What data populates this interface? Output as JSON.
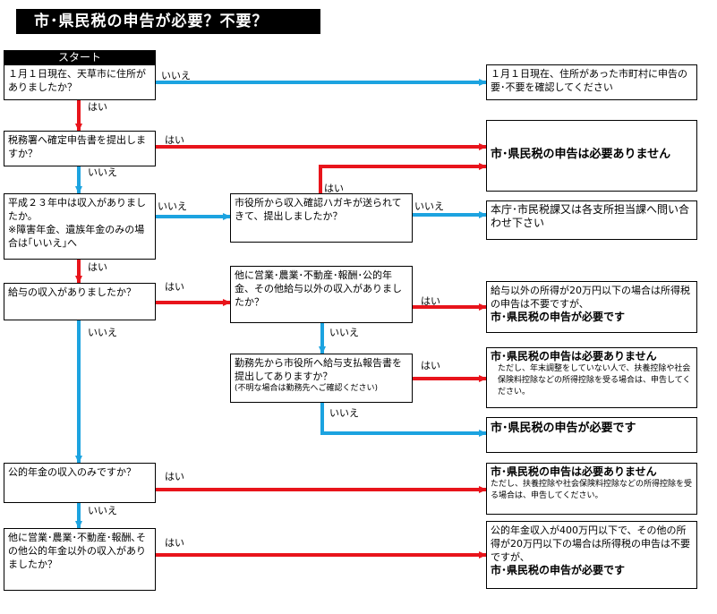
{
  "title": "市･県民税の申告が必要？不要？",
  "start": "スタート",
  "labels": {
    "yes": "はい",
    "no": "いいえ"
  },
  "colors": {
    "yes_arrow": "#e8141b",
    "no_arrow": "#1ca3e0"
  },
  "boxes": {
    "q1": "１月１日現在、天草市に住所がありましたか？",
    "q2": "税務署へ確定申告書を提出しますか？",
    "q3": "平成２３年中は収入がありましたか。",
    "q3_note": "※障害年金、遺族年金のみの場合は｢いいえ｣へ",
    "q4": "給与の収入がありましたか？",
    "q5": "公的年金の収入のみですか？",
    "q6": "他に営業･農業･不動産･報酬､その他公的年金以外の収入がありましたか？",
    "m1": "市役所から収入確認ハガキが送られてきて、提出しましたか？",
    "m2": "他に営業･農業･不動産･報酬･公的年金、その他給与以外の収入がありましたか？",
    "m3": "勤務先から市役所へ給与支払報告書を提出してありますか？",
    "m3_note": "(不明な場合は勤務先へご確認ください)",
    "r1": "１月１日現在、住所があった市町村に申告の要･不要を確認してください",
    "r2": "市･県民税の申告は必要ありません",
    "r3": "本庁･市民税課又は各支所担当課へ問い合わせ下さい",
    "r4_text": "給与以外の所得が20万円以下の場合は所得税の申告は不要ですが、",
    "r4_bold": "市･県民税の申告が必要です",
    "r5_bold": "市･県民税の申告は必要ありません",
    "r5_text": "ただし、年末調整をしていない人で、扶養控除や社会保険料控除などの所得控除を受る場合は、申告してください。",
    "r6": "市･県民税の申告が必要です",
    "r7_bold": "市･県民税の申告は必要ありません",
    "r7_text": "ただし、扶養控除や社会保険料控除などの所得控除を受る場合は、申告してください。",
    "r8_text": "公的年金収入が400万円以下で、その他の所得が20万円以下の場合は所得税の申告は不要ですが、",
    "r8_bold": "市･県民税の申告が必要です"
  }
}
